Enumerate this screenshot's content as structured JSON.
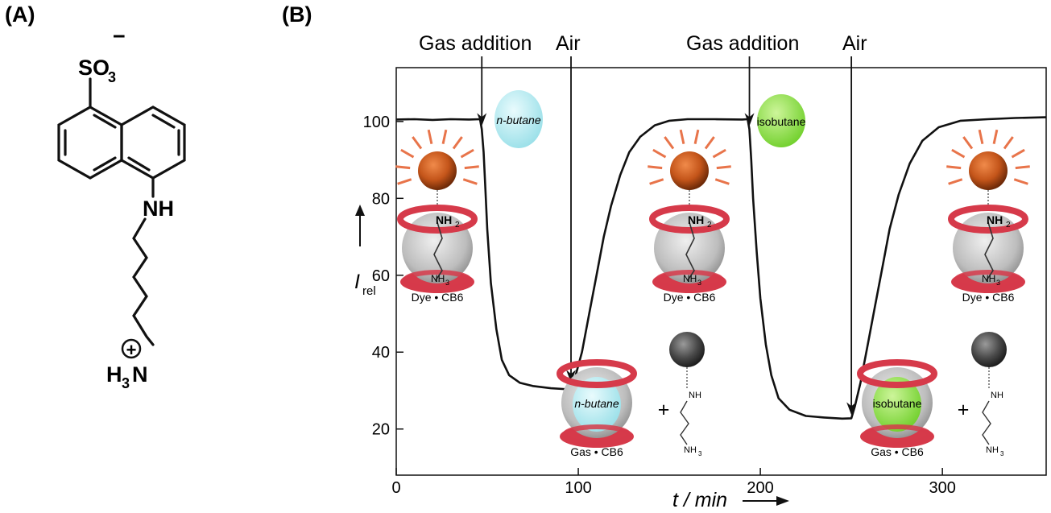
{
  "panels": {
    "a": "(A)",
    "b": "(B)"
  },
  "molecule": {
    "so3_label": "SO",
    "so3_sub": "3",
    "so3_charge": "−",
    "nh_label": "NH",
    "nh3_label": "H",
    "nh3_sub": "3",
    "nh3_n": "N",
    "plus": "+"
  },
  "annotations": {
    "gas_addition_1": "Gas addition",
    "air_1": "Air",
    "gas_addition_2": "Gas addition",
    "air_2": "Air",
    "n_butane": "n-butane",
    "isobutane": "isobutane",
    "dye_cb6": "Dye • CB6",
    "gas_cb6": "Gas • CB6",
    "nh2": "NH",
    "nh2_sub": "2",
    "nh3": "NH",
    "nh3_sub": "3",
    "nh": "NH",
    "plus_sign": "+"
  },
  "colors": {
    "trace": "#111111",
    "sphere_orange": "#c4551a",
    "ray": "#e8744a",
    "cb6_ring": "#d63a4a",
    "cb6_body": "#c8c8c8",
    "n_butane_ball": "#b7eff4",
    "isobutane_ball": "#8fe246",
    "dark_ball": "#4a4a4a"
  },
  "chart_data": {
    "type": "line",
    "xlabel": "t / min",
    "ylabel": "I",
    "ylabel_sub": "rel",
    "xlim": [
      0,
      357
    ],
    "ylim": [
      8,
      114
    ],
    "xticks": [
      0,
      100,
      200,
      300
    ],
    "yticks": [
      20,
      40,
      60,
      80,
      100
    ],
    "grid": false,
    "series": [
      {
        "values": [
          [
            0,
            100.5
          ],
          [
            10,
            100.6
          ],
          [
            20,
            100.4
          ],
          [
            30,
            100.6
          ],
          [
            40,
            100.5
          ],
          [
            46,
            100.6
          ],
          [
            47,
            98
          ],
          [
            48,
            92
          ],
          [
            49,
            82
          ],
          [
            50,
            72
          ],
          [
            52,
            58
          ],
          [
            55,
            46
          ],
          [
            58,
            38
          ],
          [
            62,
            34
          ],
          [
            68,
            32
          ],
          [
            75,
            31.2
          ],
          [
            85,
            30.6
          ],
          [
            95,
            30.3
          ],
          [
            98,
            33
          ],
          [
            102,
            40
          ],
          [
            106,
            50
          ],
          [
            110,
            60
          ],
          [
            114,
            70
          ],
          [
            118,
            78
          ],
          [
            123,
            86
          ],
          [
            128,
            92
          ],
          [
            134,
            96
          ],
          [
            142,
            99
          ],
          [
            150,
            100.2
          ],
          [
            160,
            100.6
          ],
          [
            175,
            100.6
          ],
          [
            190,
            100.5
          ],
          [
            193,
            100.6
          ],
          [
            194,
            98
          ],
          [
            195,
            90
          ],
          [
            196,
            80
          ],
          [
            198,
            66
          ],
          [
            200,
            54
          ],
          [
            203,
            42
          ],
          [
            206,
            34
          ],
          [
            210,
            28
          ],
          [
            216,
            25
          ],
          [
            225,
            23.4
          ],
          [
            235,
            23
          ],
          [
            245,
            22.7
          ],
          [
            250,
            22.8
          ],
          [
            252,
            26
          ],
          [
            255,
            32
          ],
          [
            259,
            42
          ],
          [
            263,
            52
          ],
          [
            267,
            62
          ],
          [
            271,
            72
          ],
          [
            276,
            81
          ],
          [
            282,
            89
          ],
          [
            289,
            95
          ],
          [
            298,
            98.5
          ],
          [
            310,
            100.2
          ],
          [
            325,
            100.6
          ],
          [
            340,
            100.9
          ],
          [
            357,
            101.1
          ]
        ]
      }
    ],
    "events": [
      {
        "x": 47,
        "label": "Gas addition"
      },
      {
        "x": 96,
        "label": "Air"
      },
      {
        "x": 194,
        "label": "Gas addition"
      },
      {
        "x": 250,
        "label": "Air"
      }
    ]
  }
}
